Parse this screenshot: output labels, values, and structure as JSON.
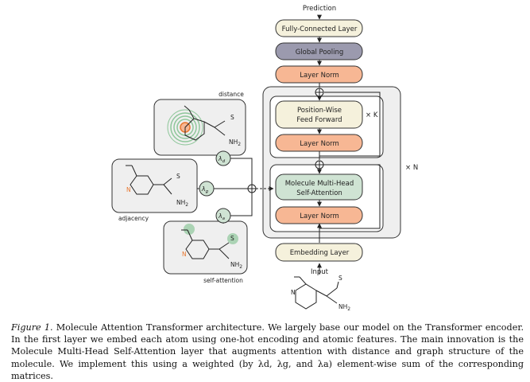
{
  "diagram": {
    "prediction": "Prediction",
    "fully_connected": "Fully-Connected Layer",
    "global_pooling": "Global Pooling",
    "layer_norm_top": "Layer Norm",
    "ffn_line1": "Position-Wise",
    "ffn_line2": "Feed Forward",
    "repeat_k": "× K",
    "layer_norm_mid": "Layer Norm",
    "mha_line1": "Molecule Multi-Head",
    "mha_line2": "Self-Attention",
    "layer_norm_bottom": "Layer Norm",
    "repeat_n": "× N",
    "embedding": "Embedding Layer",
    "input": "Input",
    "distance_label": "distance",
    "adjacency_label": "adjacency",
    "self_attention_label": "self-attention",
    "lambda_d": "λ",
    "lambda_d_sub": "d",
    "lambda_g": "λ",
    "lambda_g_sub": "g",
    "lambda_a": "λ",
    "lambda_a_sub": "a",
    "atom_s": "S",
    "atom_n": "N",
    "atom_nh2": "NH",
    "atom_nh2_sub": "2"
  },
  "colors": {
    "cream": "#f5f1dc",
    "gray_pool": "#9b9aae",
    "salmon": "#f7b794",
    "green": "#cfe3d3",
    "panel": "#efefef",
    "nitrogen": "#e8762e",
    "highlight_green": "#8fc79b"
  },
  "caption": {
    "figure_label": "Figure 1.",
    "text": "Molecule Attention Transformer architecture. We largely base our model on the Transformer encoder. In the first layer we embed each atom using one-hot encoding and atomic features. The main innovation is the Molecule Multi-Head Self-Attention layer that augments attention with distance and graph structure of the molecule. We implement this using a weighted (by λd, λg, and λa) element-wise sum of the corresponding matrices."
  }
}
